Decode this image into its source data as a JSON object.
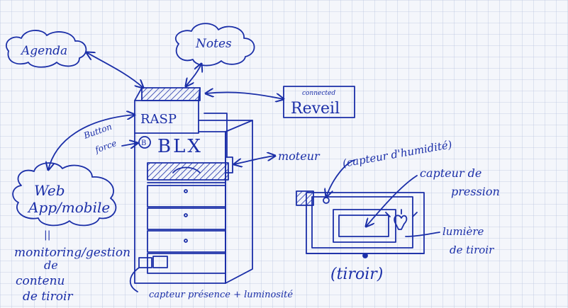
{
  "labels": {
    "agenda": "Agenda",
    "notes": "Notes",
    "reveil_connected": "connected",
    "reveil": "Reveil",
    "rasp": "RASP",
    "blx": "BLX",
    "button_line1": "Button",
    "button_line2": "force",
    "button_symbol": "B",
    "web_line1": "Web",
    "web_line2": "App/mobile",
    "equals": "||",
    "monitoring_line1": "monitoring/gestion",
    "monitoring_line2": "de",
    "monitoring_line3": "contenu",
    "monitoring_line4": "de tiroir",
    "moteur": "moteur",
    "capteur_humidite": "(capteur d'humidité)",
    "capteur_pression_line1": "capteur de",
    "capteur_pression_line2": "pression",
    "lumiere_line1": "lumière",
    "lumiere_line2": "de tiroir",
    "tiroir": "(tiroir)",
    "capteur_presence": "capteur présence + luminosité"
  },
  "colors": {
    "ink": "#1b2fa8",
    "paper": "#f4f6fb",
    "grid": "#b9c3e0"
  }
}
